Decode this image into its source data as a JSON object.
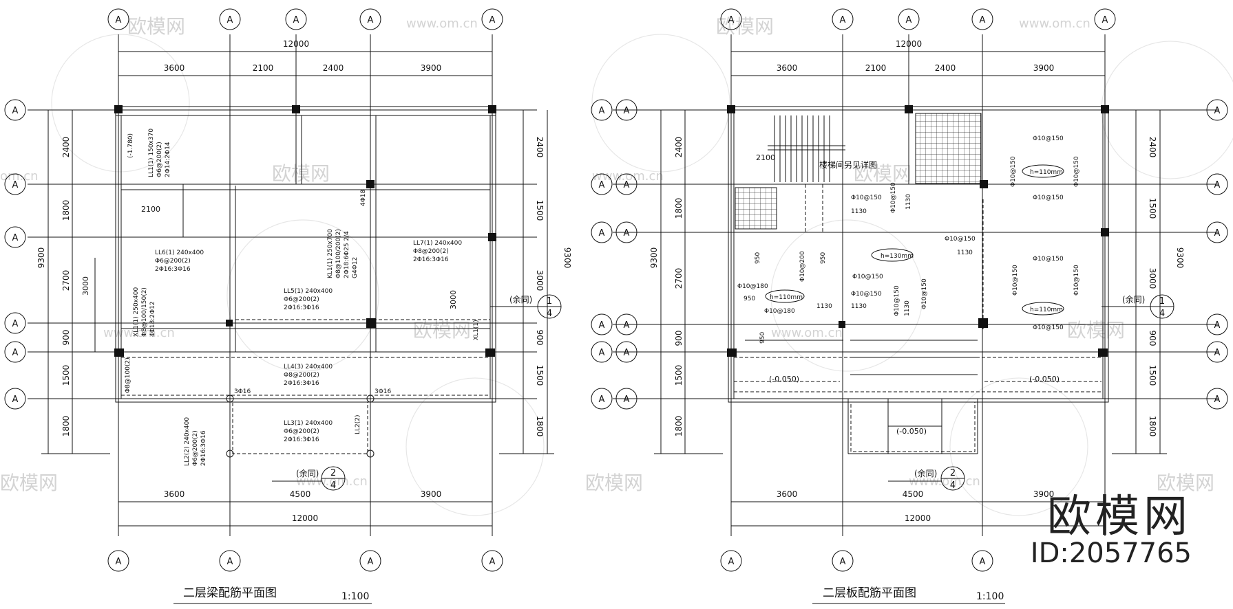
{
  "grid_bubble_label": "A",
  "plans": [
    {
      "title": "二层梁配筋平面图",
      "scale": "1:100",
      "top_total": "12000",
      "top_spans": [
        "3600",
        "2100",
        "2400",
        "3900"
      ],
      "bottom_spans": [
        "3600",
        "4500",
        "3900"
      ],
      "bottom_total": "12000",
      "left_total": "9300",
      "left_spans": [
        "2400",
        "1800",
        "2700",
        "900",
        "1500",
        "1800"
      ],
      "right_spans": [
        "2400",
        "1500",
        "3000",
        "900",
        "1500",
        "1800"
      ],
      "right_total": "9300",
      "detail_1_note": "(余同)",
      "detail_1_num": "1",
      "detail_1_den": "4",
      "detail_2_note": "(余同)",
      "detail_2_num": "2",
      "detail_2_den": "4",
      "annotations": [
        "(-1.780)",
        "LL1(1) 150x370",
        "Φ6@200(2)",
        "2Φ14:2Φ14",
        "2100",
        "LL6(1) 240x400",
        "Φ6@200(2)",
        "2Φ16:3Φ16",
        "LL5(1) 240x400",
        "Φ6@200(2)",
        "2Φ16:3Φ16",
        "LL7(1) 240x400",
        "Φ8@200(2)",
        "2Φ16:3Φ16",
        "KL1(1) 250x700",
        "Φ8@100/200(2)",
        "2Φ18:6Φ25 2/4",
        "G4Φ12",
        "4Φ18",
        "3000",
        "3000",
        "XL1(1) 250x400",
        "Φ8@100/150(2)",
        "4Φ18:2Φ12",
        "XL1(1)",
        "LL4(3) 240x400",
        "Φ8@200(2)",
        "2Φ16:3Φ16",
        "Φ8@100(2)",
        "3Φ16",
        "3Φ16",
        "LL3(1) 240x400",
        "Φ6@200(2)",
        "2Φ16:3Φ16",
        "LL2(2)",
        "LL2(2) 240x400",
        "Φ6@200(2)",
        "2Φ16:3Φ16"
      ]
    },
    {
      "title": "二层板配筋平面图",
      "scale": "1:100",
      "top_total": "12000",
      "top_spans": [
        "3600",
        "2100",
        "2400",
        "3900"
      ],
      "bottom_spans": [
        "3600",
        "4500",
        "3900"
      ],
      "bottom_total": "12000",
      "left_total": "9300",
      "left_spans": [
        "2400",
        "1800",
        "2700",
        "900",
        "1500",
        "1800"
      ],
      "right_spans": [
        "2400",
        "1500",
        "3000",
        "900",
        "1500",
        "1800"
      ],
      "right_total": "9300",
      "detail_1_note": "(余同)",
      "detail_1_num": "1",
      "detail_1_den": "4",
      "detail_2_note": "(余同)",
      "detail_2_num": "2",
      "detail_2_den": "4",
      "annotations": [
        "楼梯间另见详图",
        "2100",
        "Φ10@150",
        "Φ10@150",
        "h=110mm",
        "Φ10@150",
        "Φ10@150",
        "Φ10@150",
        "1130",
        "Φ10@150",
        "1130",
        "Φ10@150",
        "1130",
        "h=130mm",
        "Φ10@150",
        "950",
        "950",
        "Φ10@200",
        "Φ10@180",
        "950",
        "h=110mm",
        "Φ10@180",
        "1130",
        "Φ10@150",
        "Φ10@150",
        "1130",
        "Φ10@150",
        "Φ10@150",
        "1130",
        "Φ10@150",
        "Φ10@150",
        "h=110mm",
        "Φ10@150",
        "950",
        "(-0.050)",
        "(-0.050)",
        "(-0.050)"
      ]
    }
  ],
  "watermark": {
    "brand": "欧模网",
    "site": "www.om.cn",
    "site_short": "om.cn",
    "id": "ID:2057765"
  }
}
